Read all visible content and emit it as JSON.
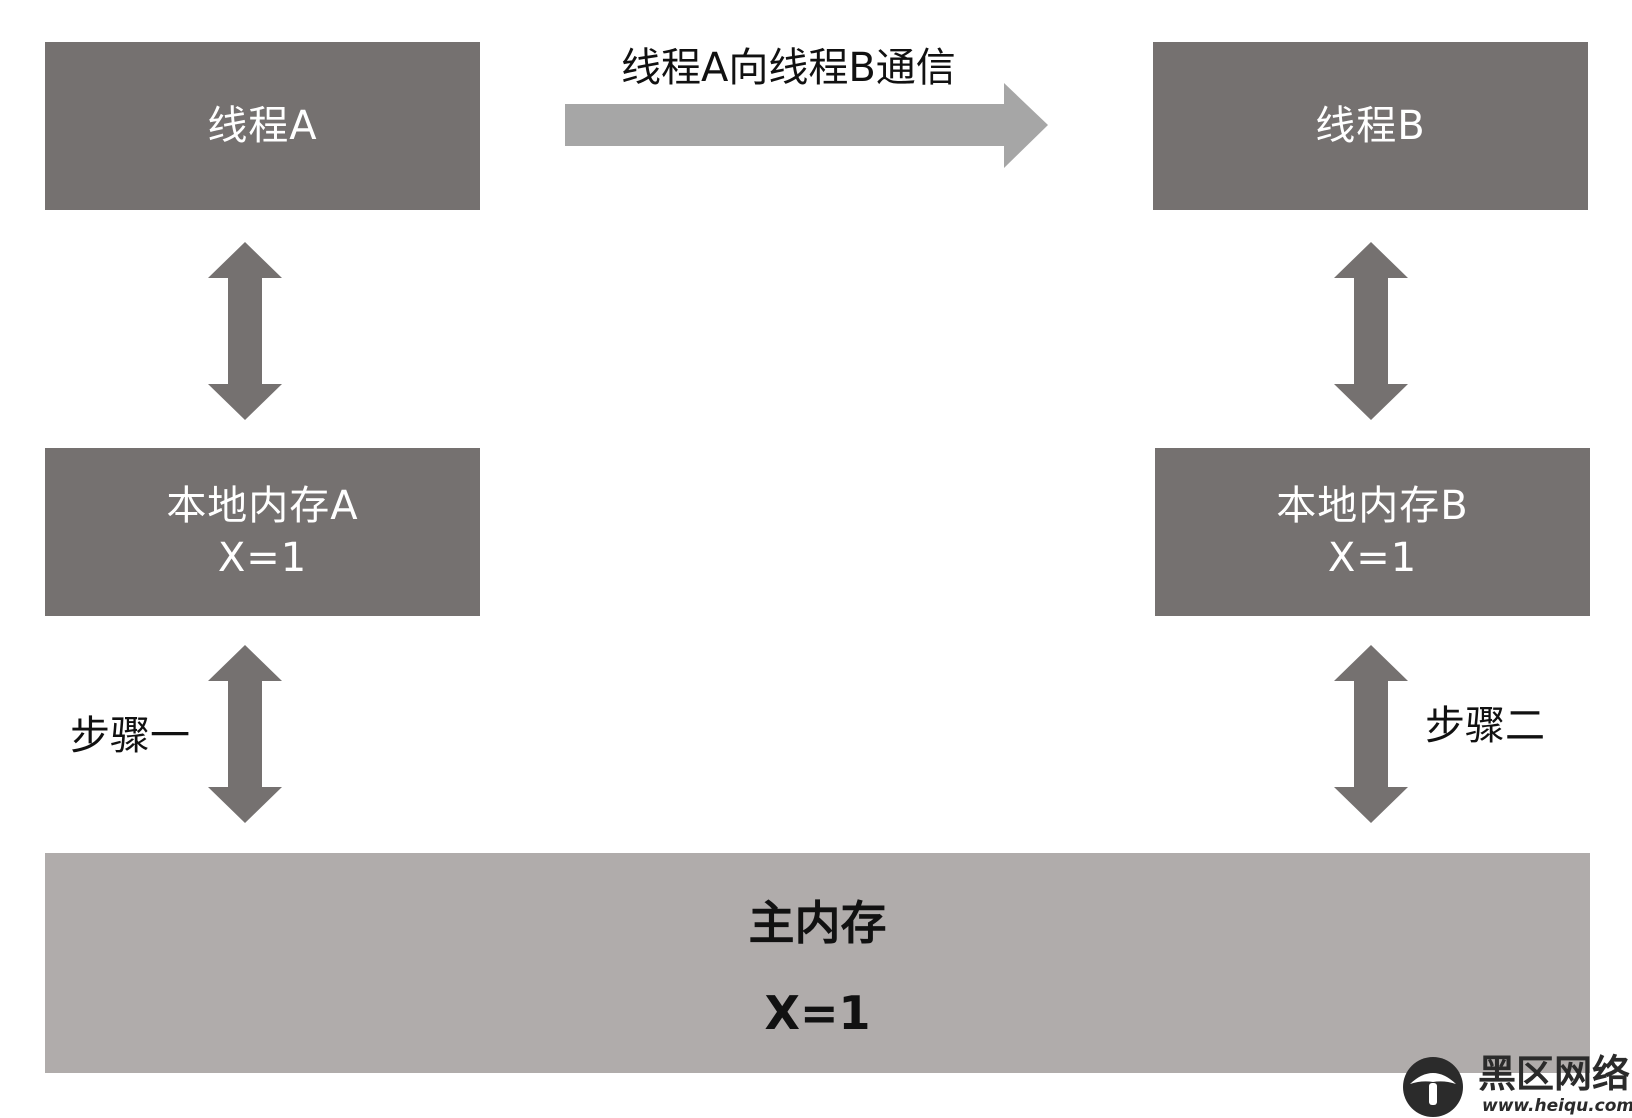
{
  "thread_a": {
    "label": "线程A"
  },
  "thread_b": {
    "label": "线程B"
  },
  "communication": {
    "label": "线程A向线程B通信"
  },
  "local_memory_a": {
    "title": "本地内存A",
    "value": "X=1"
  },
  "local_memory_b": {
    "title": "本地内存B",
    "value": "X=1"
  },
  "main_memory": {
    "title": "主内存",
    "value": "X=1"
  },
  "steps": {
    "step_one": "步骤一",
    "step_two": "步骤二"
  },
  "watermark": {
    "name": "黑区网络",
    "url": "www.heiqu.com"
  },
  "colors": {
    "box_dark": "#757170",
    "box_light": "#b0acab",
    "arrow_light": "#a6a6a6",
    "text_white": "#ffffff",
    "text_dark": "#111111"
  }
}
